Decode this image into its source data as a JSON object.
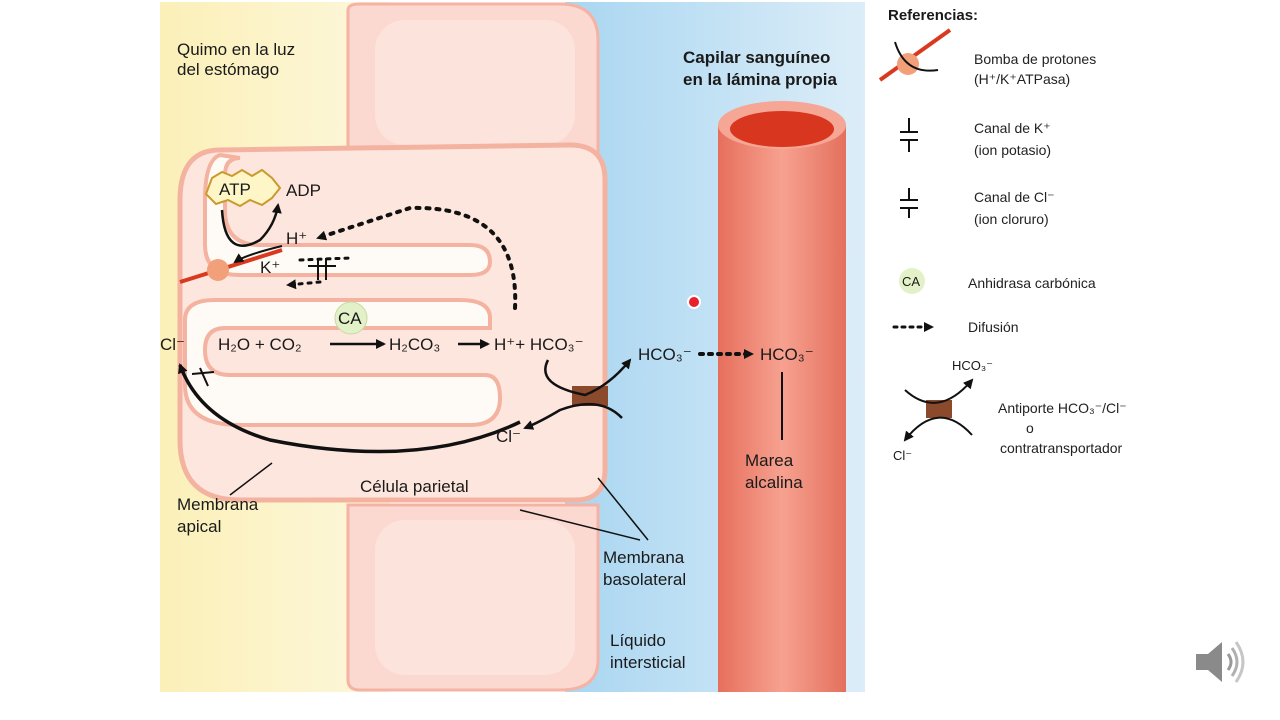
{
  "labels": {
    "lumen": [
      "Quimo en la luz",
      "del estómago"
    ],
    "capillary": [
      "Capilar sanguíneo",
      "en la lámina propia"
    ],
    "atp": "ATP",
    "adp": "ADP",
    "h_ion": "H⁺",
    "k_ion": "K⁺",
    "ca": "CA",
    "reaction_h2o": "H₂O + CO₂",
    "reaction_h2co3": "H₂CO₃",
    "reaction_products": "H⁺+ HCO₃⁻",
    "cl_left": "Cl⁻",
    "cl_inner": "Cl⁻",
    "hco3_cell": "HCO₃⁻",
    "hco3_blood": "HCO₃⁻",
    "alkaline_tide": [
      "Marea",
      "alcalina"
    ],
    "parietal_cell": "Célula parietal",
    "apical_membrane": [
      "Membrana",
      "apical"
    ],
    "basolateral_membrane": [
      "Membrana",
      "basolateral"
    ],
    "interstitial_fluid": [
      "Líquido",
      "intersticial"
    ]
  },
  "legend": {
    "title": "Referencias:",
    "items": [
      {
        "label": [
          "Bomba de protones",
          "(H⁺/K⁺ATPasa)"
        ],
        "icon": "proton-pump-icon"
      },
      {
        "label": [
          "Canal de K⁺",
          "(ion potasio)"
        ],
        "icon": "k-channel-icon"
      },
      {
        "label": [
          "Canal de Cl⁻",
          "(ion cloruro)"
        ],
        "icon": "cl-channel-icon"
      },
      {
        "label": [
          "Anhidrasa carbónica"
        ],
        "icon": "carbonic-anhydrase-icon",
        "icon_text": "CA"
      },
      {
        "label": [
          "Difusión"
        ],
        "icon": "diffusion-arrow-icon"
      },
      {
        "label": [
          "Antiporte HCO₃⁻/Cl⁻",
          "o",
          "contratransportador"
        ],
        "icon": "antiporter-icon",
        "top_text": "HCO₃⁻",
        "bottom_text": "Cl⁻"
      }
    ]
  },
  "colors": {
    "lumen": "#fbf3c2",
    "cell_fill": "#fde8e2",
    "cell_border": "#f4b7a5",
    "interstitial": "#bfe0f3",
    "capillary": "#f08a78",
    "pump_red": "#d9391e",
    "antiporter": "#8b4a2b"
  }
}
